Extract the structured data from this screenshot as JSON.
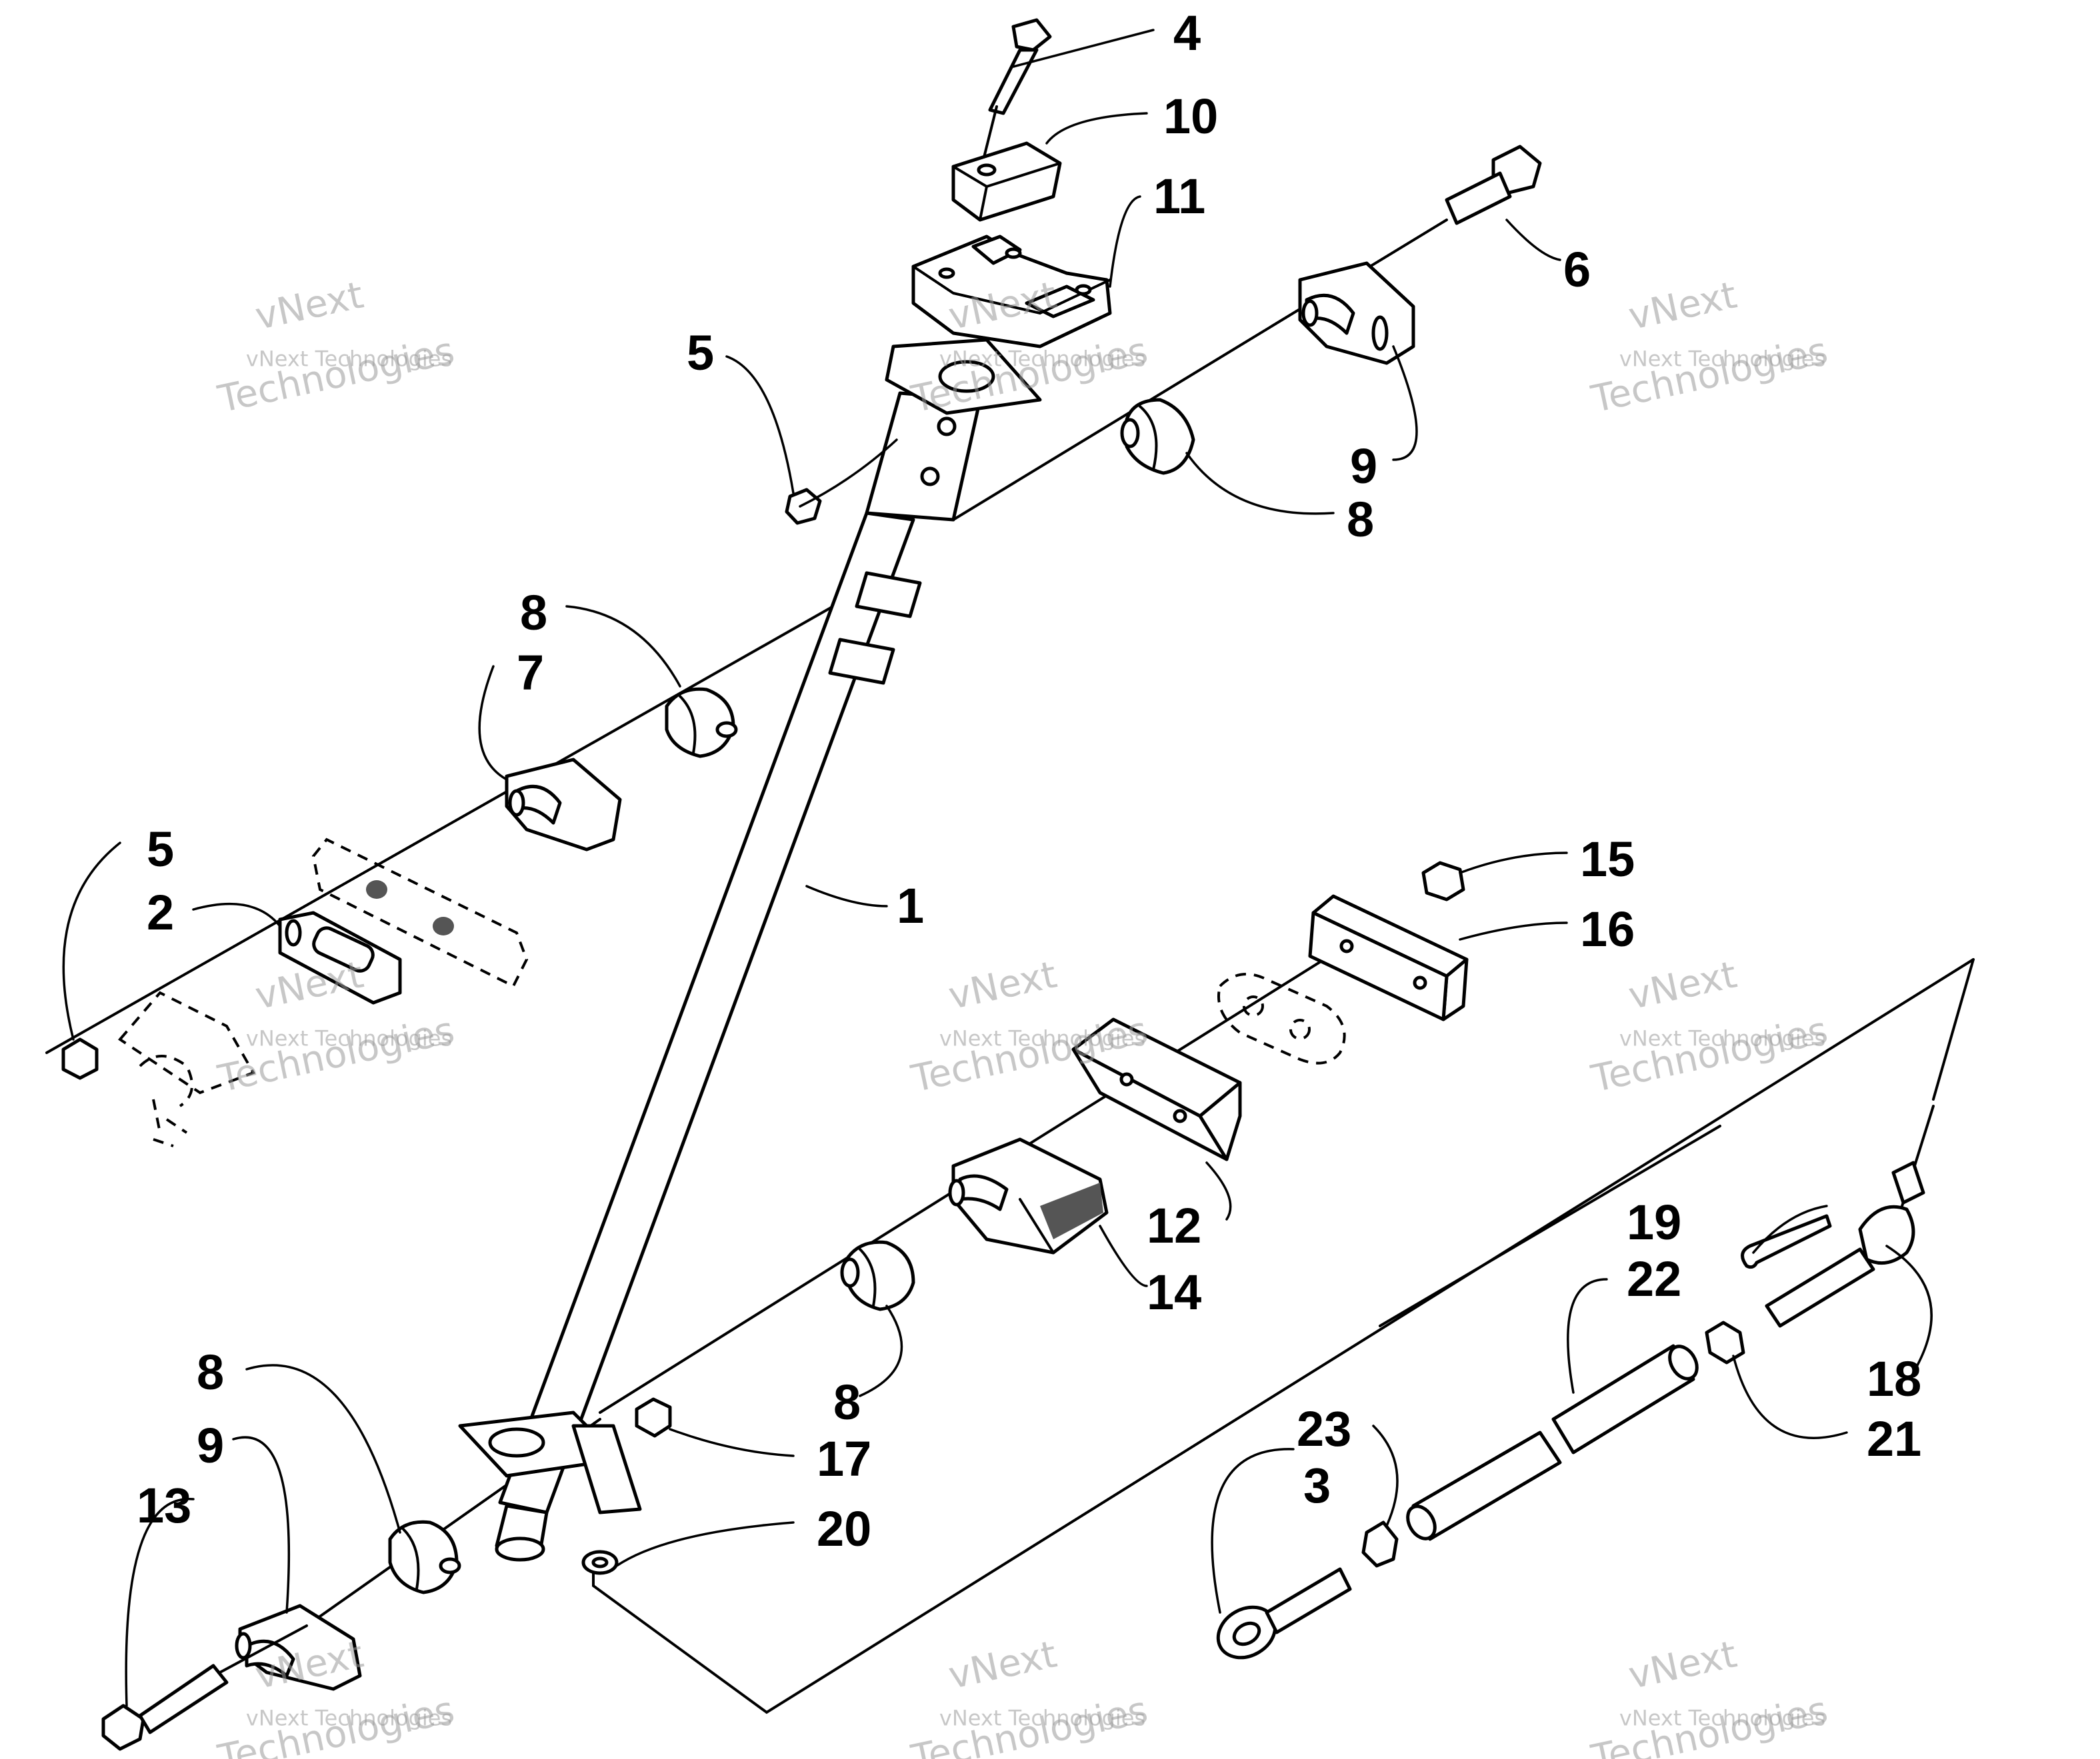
{
  "diagram": {
    "callouts": [
      {
        "id": "c4",
        "label": "4"
      },
      {
        "id": "c10",
        "label": "10"
      },
      {
        "id": "c11",
        "label": "11"
      },
      {
        "id": "c6",
        "label": "6"
      },
      {
        "id": "c5a",
        "label": "5"
      },
      {
        "id": "c9a",
        "label": "9"
      },
      {
        "id": "c8a",
        "label": "8"
      },
      {
        "id": "c8b",
        "label": "8"
      },
      {
        "id": "c7",
        "label": "7"
      },
      {
        "id": "c5b",
        "label": "5"
      },
      {
        "id": "c2",
        "label": "2"
      },
      {
        "id": "c1",
        "label": "1"
      },
      {
        "id": "c15",
        "label": "15"
      },
      {
        "id": "c16",
        "label": "16"
      },
      {
        "id": "c12",
        "label": "12"
      },
      {
        "id": "c14",
        "label": "14"
      },
      {
        "id": "c19",
        "label": "19"
      },
      {
        "id": "c22",
        "label": "22"
      },
      {
        "id": "c18",
        "label": "18"
      },
      {
        "id": "c21",
        "label": "21"
      },
      {
        "id": "c8c",
        "label": "8"
      },
      {
        "id": "c17",
        "label": "17"
      },
      {
        "id": "c20",
        "label": "20"
      },
      {
        "id": "c23",
        "label": "23"
      },
      {
        "id": "c3",
        "label": "3"
      },
      {
        "id": "c8d",
        "label": "8"
      },
      {
        "id": "c9b",
        "label": "9"
      },
      {
        "id": "c13",
        "label": "13"
      }
    ],
    "watermark": {
      "line1": "vNext",
      "line2": "vNext Technologies",
      "line3": "Technologies"
    }
  }
}
